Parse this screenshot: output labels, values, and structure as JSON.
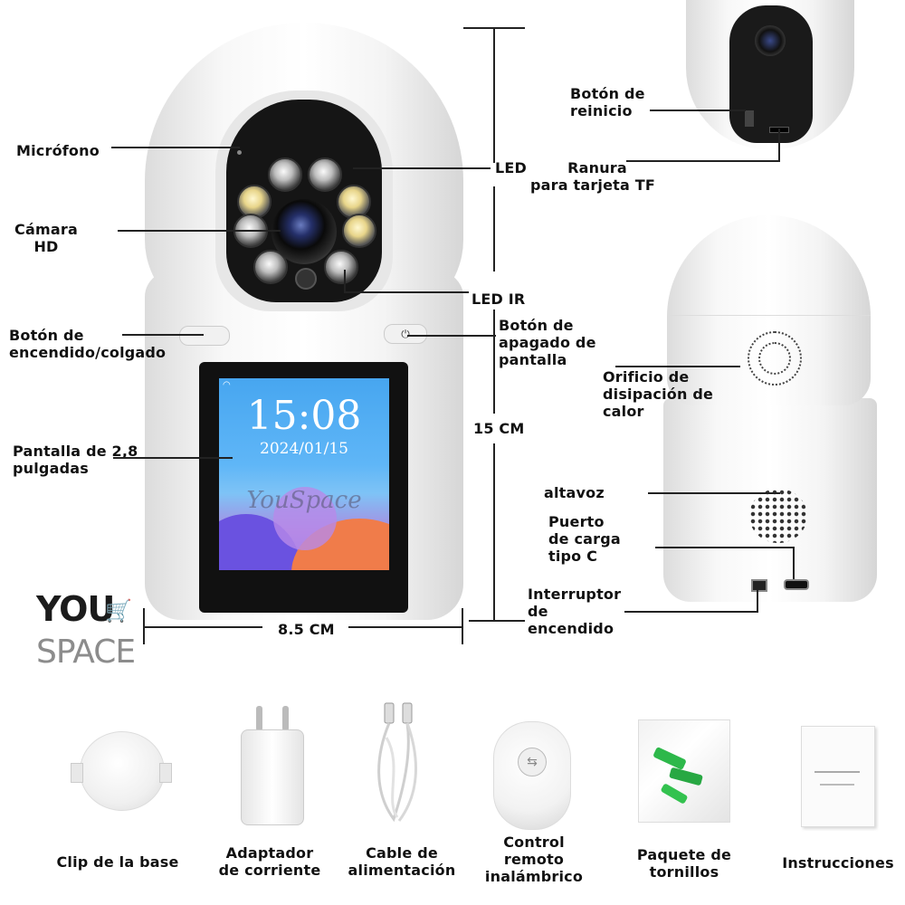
{
  "labels": {
    "microfono": "Micrófono",
    "camara_1": "Cámara",
    "camara_2": "HD",
    "boton_enc_1": "Botón de",
    "boton_enc_2": "encendido/colgado",
    "pantalla_1": "Pantalla de 2,8",
    "pantalla_2": "pulgadas",
    "led": "LED",
    "led_ir": "LED IR",
    "apagado_1": "Botón de",
    "apagado_2": "apagado de",
    "apagado_3": "pantalla",
    "height": "15 CM",
    "width": "8.5 CM",
    "reinicio_1": "Botón de",
    "reinicio_2": "reinicio",
    "ranura_1": "Ranura",
    "ranura_2": "para tarjeta TF",
    "orificio_1": "Orificio de",
    "orificio_2": "disipación de",
    "orificio_3": "calor",
    "altavoz": "altavoz",
    "puerto_1": "Puerto",
    "puerto_2": "de carga",
    "puerto_3": "tipo C",
    "interruptor_1": "Interruptor",
    "interruptor_2": "de",
    "interruptor_3": "encendido"
  },
  "screen": {
    "time": "15:08",
    "date": "2024/01/15",
    "watermark": "YouSpace"
  },
  "logo": {
    "line1": "YOU",
    "line2": "SPACE"
  },
  "accessories": [
    {
      "label_1": "Clip de la base",
      "label_2": ""
    },
    {
      "label_1": "Adaptador",
      "label_2": "de corriente"
    },
    {
      "label_1": "Cable de",
      "label_2": "alimentación"
    },
    {
      "label_1": "Control",
      "label_2": "remoto",
      "label_3": "inalámbrico"
    },
    {
      "label_1": "Paquete de",
      "label_2": "tornillos"
    },
    {
      "label_1": "Instrucciones",
      "label_2": ""
    }
  ]
}
